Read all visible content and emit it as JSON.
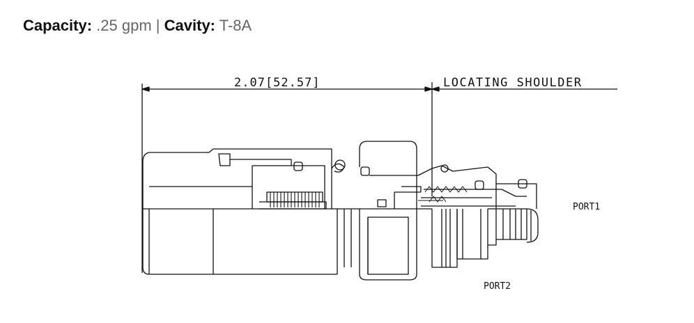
{
  "spec": {
    "capacity_label": "Capacity:",
    "capacity_value": ".25 gpm",
    "separator": "|",
    "cavity_label": "Cavity:",
    "cavity_value": "T-8A"
  },
  "drawing": {
    "dimension_label": "2.07[52.57]",
    "locating_label": "LOCATING SHOULDER",
    "port1_label": "PORT1",
    "port2_label": "PORT2",
    "line_color": "#111111"
  }
}
